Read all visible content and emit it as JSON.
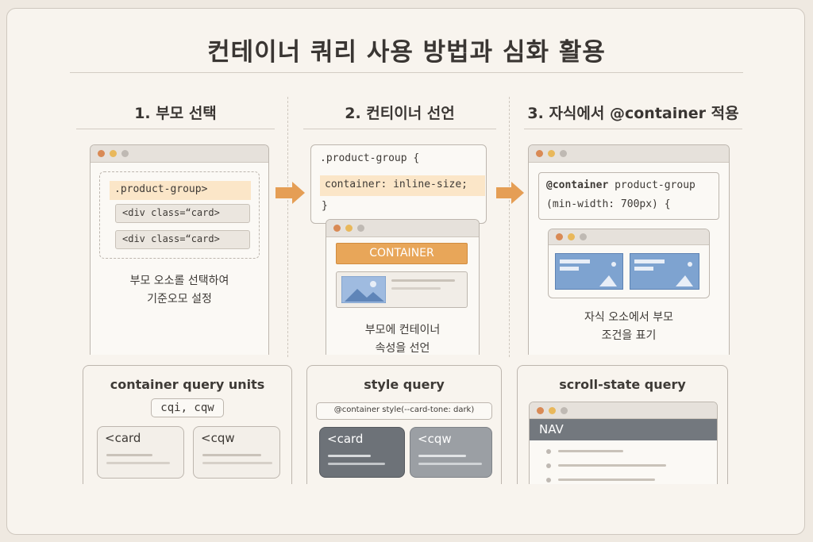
{
  "title": "컨테이너 쿼리 사용 방법과 심화 활용",
  "colors": {
    "accent": "#e59e55",
    "container_orange": "#e8a659",
    "blue_card": "#7ea3d0",
    "dark_card": "#6d7278",
    "nav_bar": "#73787e"
  },
  "steps": [
    {
      "heading": "1. 부모 선택",
      "code_selector": ".product-group>",
      "code_line1": "<div  class=“card>",
      "code_line2": "<div  class=“card>",
      "caption_l1": "부모 오소롤 선택하여",
      "caption_l2": "기준오모 설정"
    },
    {
      "heading": "2. 컨티이너 선언",
      "code_open": ".product-group {",
      "code_prop": "container: inline-size;",
      "code_close": "}",
      "badge": "CONTAINER",
      "caption_l1": "부모에 컨테이너",
      "caption_l2": "속성을 선언"
    },
    {
      "heading": "3. 자식에서 @container 적용",
      "code_at": "@container",
      "code_rest": " product-group",
      "code_cond": "(min-width: 700px) {",
      "caption_l1": "자식 오소에서 부모",
      "caption_l2": "조건을 표기"
    }
  ],
  "bottom": [
    {
      "heading": "container query units",
      "tag": "cqi,  cqw",
      "card1": "<card",
      "card2": "<cqw"
    },
    {
      "heading": "style query",
      "tag": "@container  style(--card-tone:  dark)",
      "card1": "<card",
      "card2": "<cqw"
    },
    {
      "heading": "scroll-state query",
      "nav": "NAV"
    }
  ]
}
